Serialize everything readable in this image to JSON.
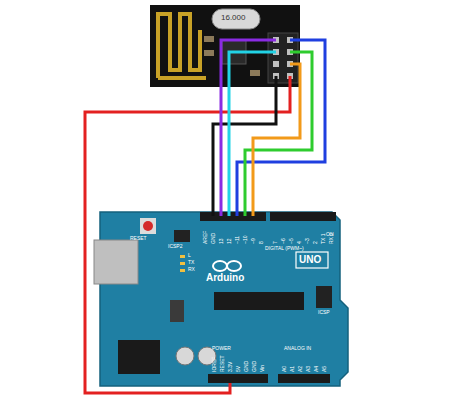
{
  "diagram": {
    "labels": [
      "16.000",
      "RESET",
      "ICSP2",
      "L",
      "TX",
      "RX",
      "ON",
      "Arduino",
      "UNO",
      "DIGITAL (PWM~)",
      "ICSP",
      "AREF",
      "GND",
      "13",
      "12",
      "~11",
      "~10",
      "~9",
      "8",
      "7",
      "~6",
      "~5",
      "4",
      "~3",
      "2",
      "TX 1",
      "RX 0",
      "POWER",
      "ANALOG IN",
      "IOREF",
      "RESET",
      "3.3V",
      "5V",
      "GND",
      "GND",
      "Vin",
      "A0",
      "A1",
      "A2",
      "A3",
      "A4",
      "A5"
    ]
  }
}
